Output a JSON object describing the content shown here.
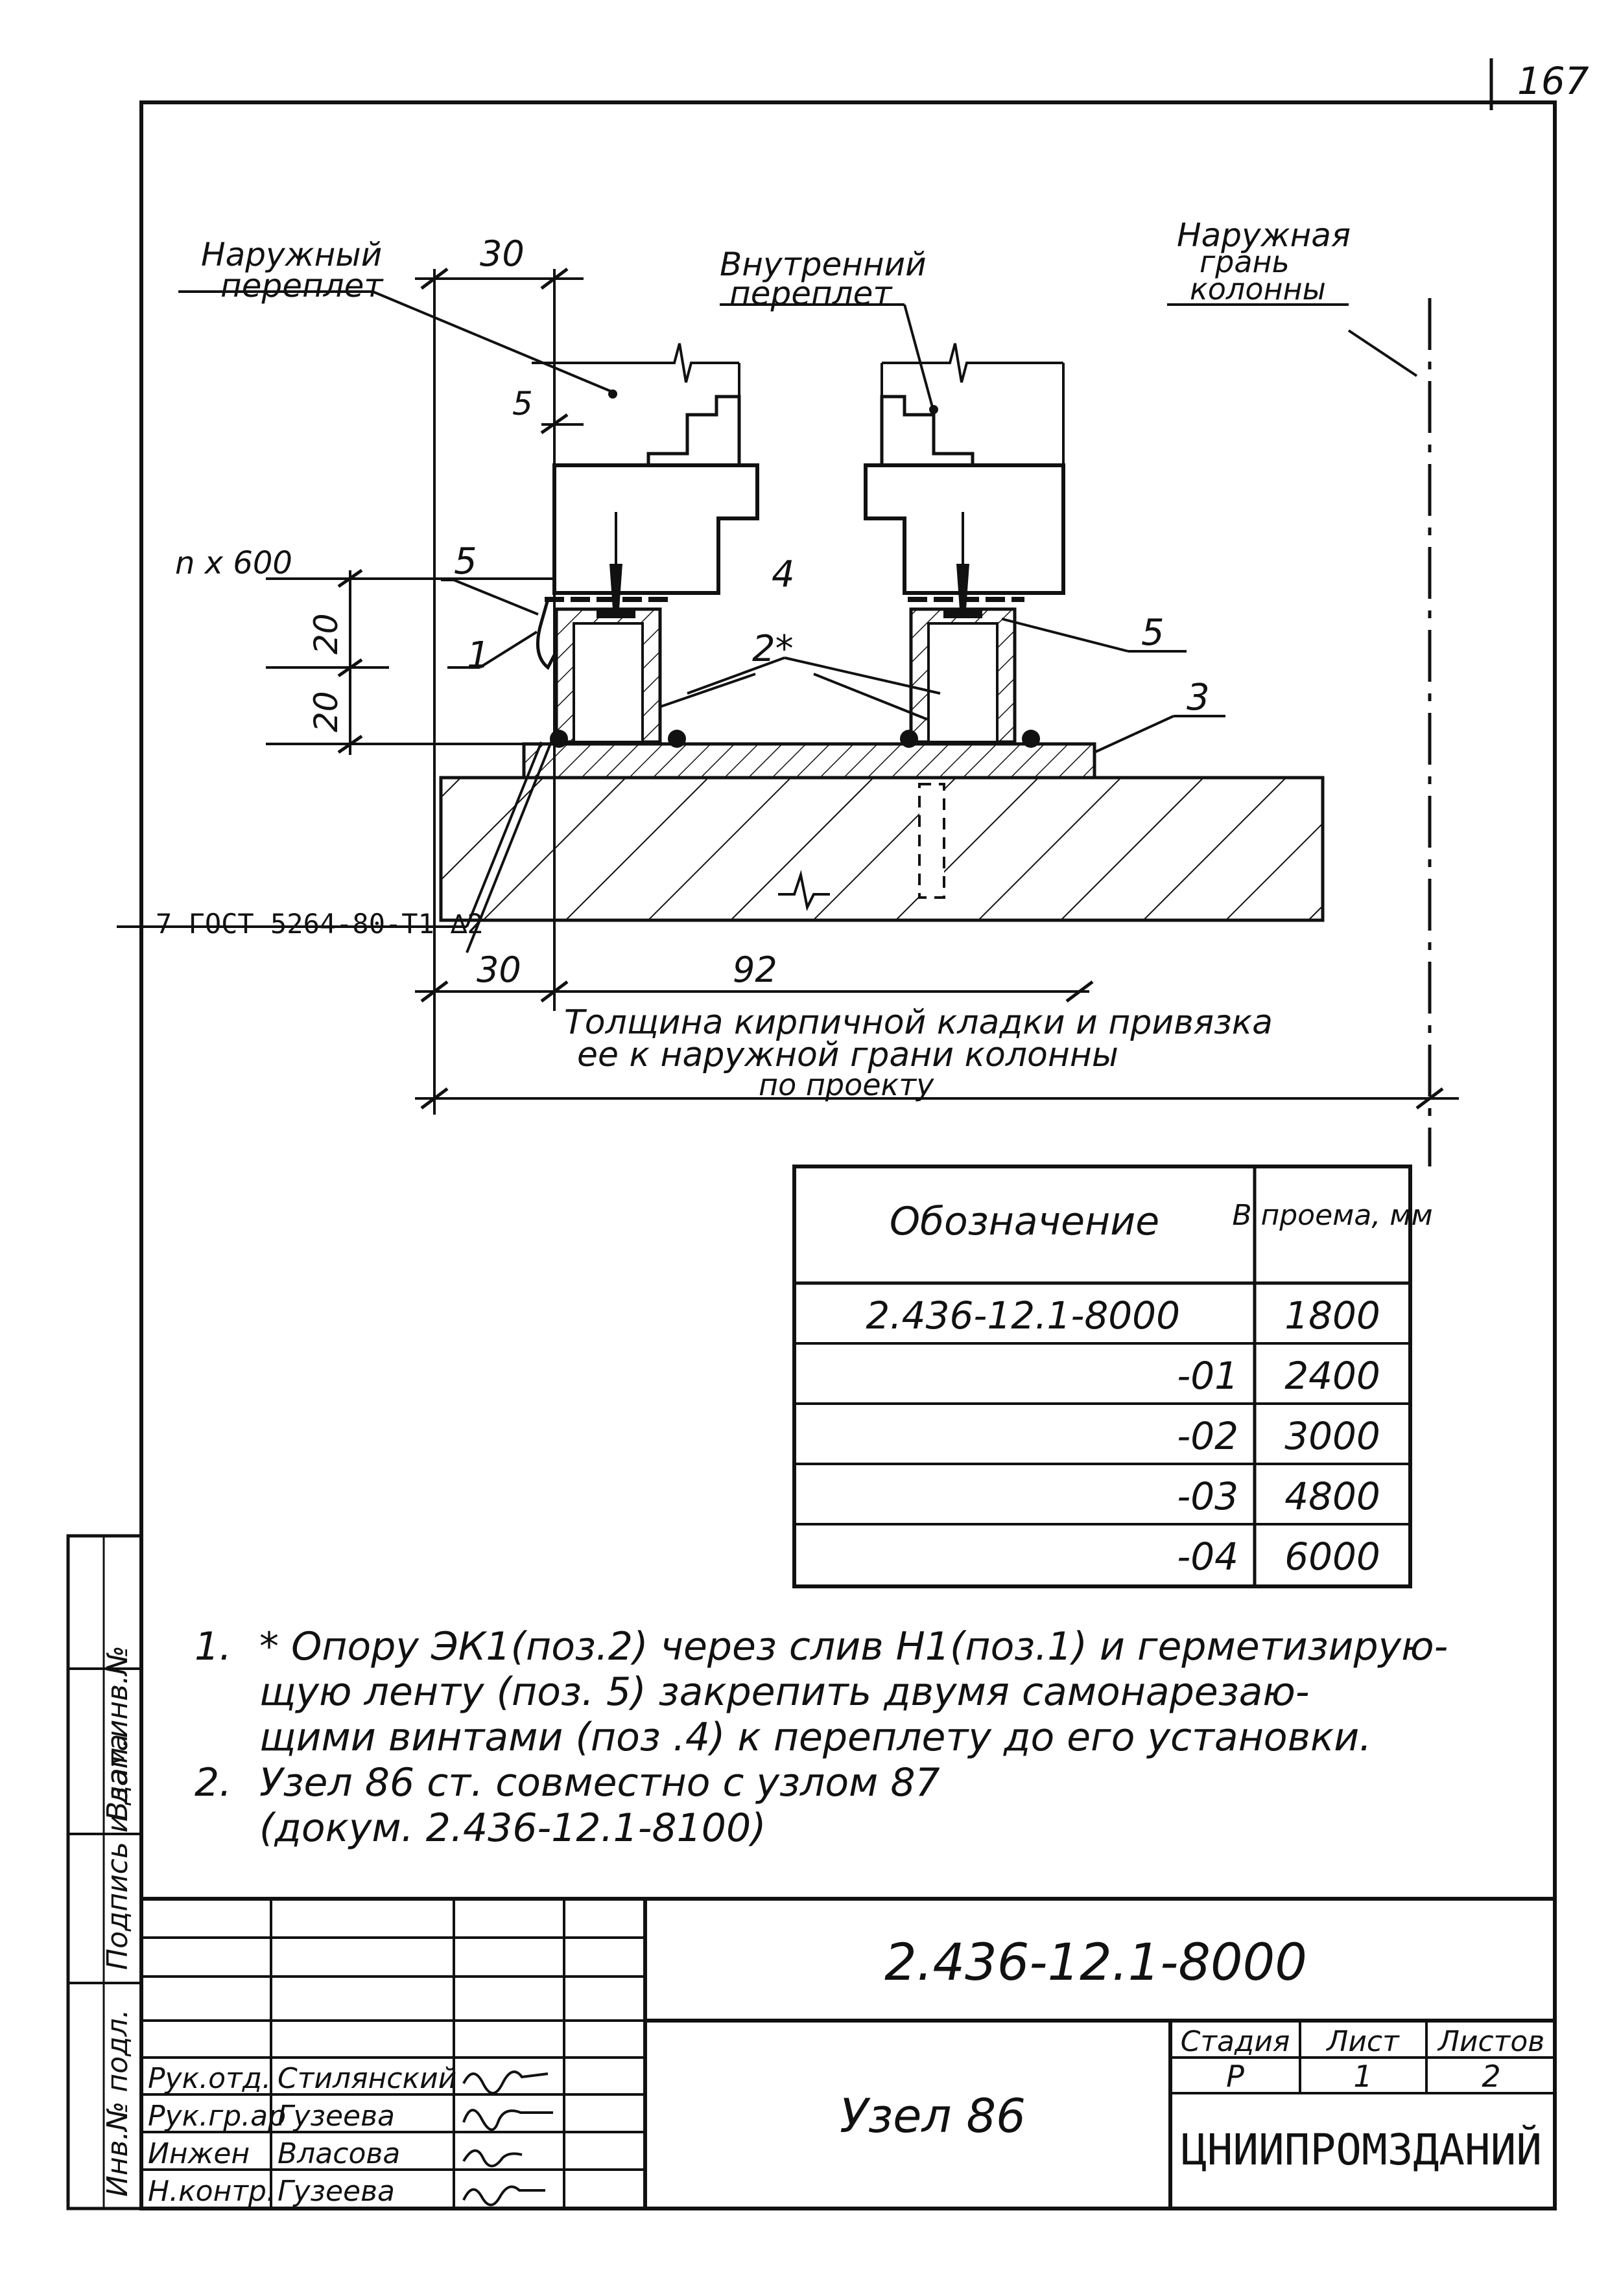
{
  "sheet_number": "167",
  "labels": {
    "outer_frame": "Наружный переплет",
    "inner_frame": "Внутренний переплет",
    "outer_face": "Наружная грань колонны",
    "nx600": "n x 600",
    "gost": "7 ГОСТ 5264-80-Т1 ∆2",
    "brick_note": "Толщина кирпичной кладки и привязка ее к наружной грани колонны по проекту"
  },
  "dimensions": {
    "top_30": "30",
    "d5_top": "5",
    "d20_a": "20",
    "d20_b": "20",
    "bottom_30": "30",
    "bottom_92": "92"
  },
  "positions": {
    "p1": "1",
    "p2": "2*",
    "p3": "3",
    "p4": "4",
    "p5_left": "5",
    "p5_right": "5"
  },
  "spec_table": {
    "headers": [
      "Обозначение",
      "В проема, мм"
    ],
    "rows": [
      {
        "designation": "2.436-12.1-8000",
        "size": "1800"
      },
      {
        "designation": "-01",
        "size": "2400"
      },
      {
        "designation": "-02",
        "size": "3000"
      },
      {
        "designation": "-03",
        "size": "4800"
      },
      {
        "designation": "-04",
        "size": "6000"
      }
    ]
  },
  "notes": {
    "n1_num": "1.",
    "n1_line1": "* Опору ЭК1(поз.2) через слив Н1(поз.1) и герметизирую-",
    "n1_line2": "щую ленту (поз. 5) закрепить двумя самонарезаю-",
    "n1_line3": "щими винтами (поз .4) к переплету до его установки.",
    "n2_num": "2.",
    "n2_line1": "Узел 86 ст. совместно с узлом 87",
    "n2_line2": "(докум. 2.436-12.1-8100)"
  },
  "side_stamp": {
    "inv_orig": "Инв.№ подл.",
    "sign_date": "Подпись и дата",
    "replace_inv": "Взам.инв.№"
  },
  "title_block": {
    "doc_code": "2.436-12.1-8000",
    "title": "Узел 86",
    "stage_h": "Стадия",
    "sheet_h": "Лист",
    "sheets_h": "Листов",
    "stage": "Р",
    "sheet": "1",
    "sheets": "2",
    "org": "ЦНИИПРОМЗДАНИЙ",
    "people": [
      {
        "role": "Рук.отд.",
        "name": "Стилянский"
      },
      {
        "role": "Рук.гр.ар",
        "name": "Гузеева"
      },
      {
        "role": "Инжен",
        "name": "Власова"
      },
      {
        "role": "Н.контр.",
        "name": "Гузеева"
      }
    ]
  }
}
